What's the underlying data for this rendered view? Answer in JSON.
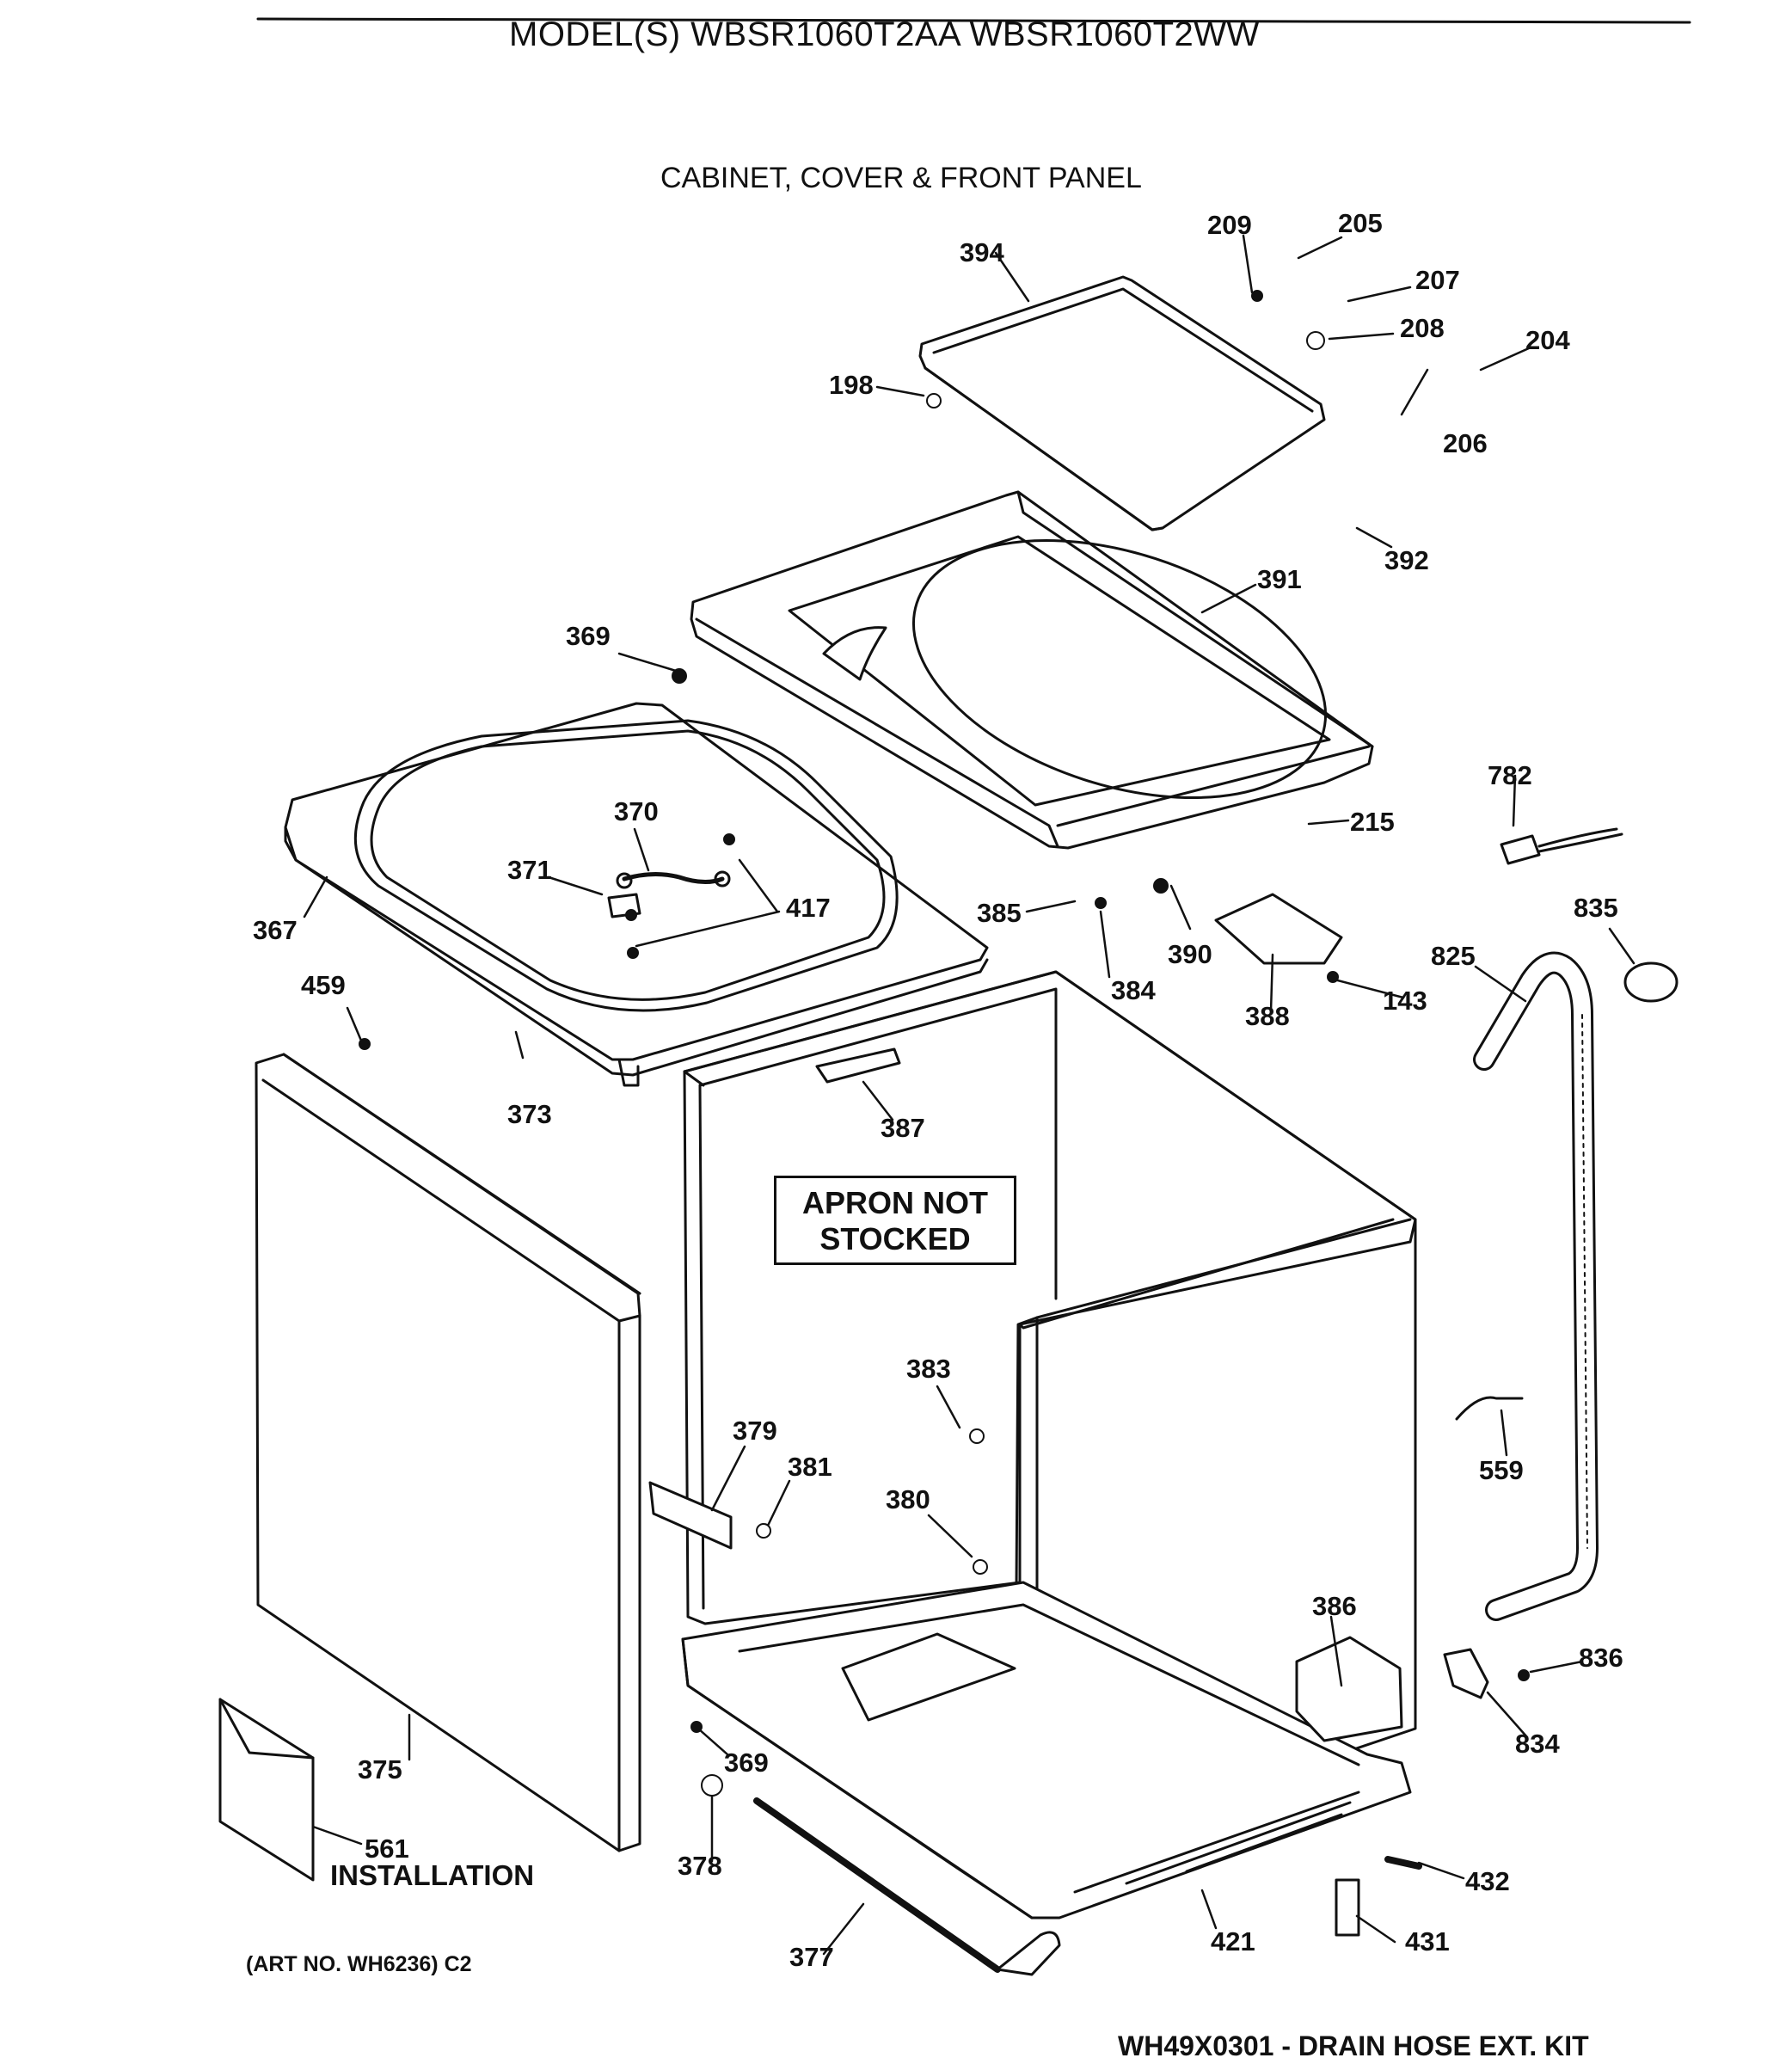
{
  "header": {
    "title": "MODEL(S) WBSR1060T2AA  WBSR1060T2WW"
  },
  "section": {
    "title": "CABINET, COVER & FRONT PANEL"
  },
  "notice": {
    "line1": "APRON NOT",
    "line2": "STOCKED"
  },
  "callouts": {
    "c209": "209",
    "c205": "205",
    "c394": "394",
    "c207": "207",
    "c208": "208",
    "c204": "204",
    "c198": "198",
    "c206": "206",
    "c392": "392",
    "c391": "391",
    "c369a": "369",
    "c782": "782",
    "c370": "370",
    "c215": "215",
    "c371": "371",
    "c417": "417",
    "c835": "835",
    "c385": "385",
    "c367": "367",
    "c390": "390",
    "c825": "825",
    "c384": "384",
    "c459": "459",
    "c143": "143",
    "c388": "388",
    "c373": "373",
    "c387": "387",
    "c383": "383",
    "c379": "379",
    "c381": "381",
    "c559": "559",
    "c380": "380",
    "c386": "386",
    "c836": "836",
    "c369b": "369",
    "c834": "834",
    "c375": "375",
    "c561": "561",
    "c378": "378",
    "c432": "432",
    "c421": "421",
    "c431": "431",
    "c377": "377"
  },
  "labels": {
    "installation": "INSTALLATION",
    "art_no": "(ART NO. WH6236) C2",
    "kit": "WH49X0301 - DRAIN HOSE EXT. KIT"
  }
}
